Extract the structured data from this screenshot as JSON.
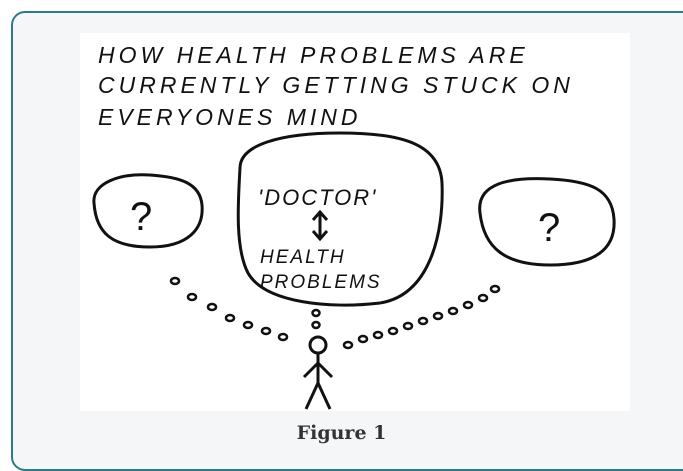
{
  "figure": {
    "caption": "Figure 1",
    "title_lines": [
      "HOW HEALTH PROBLEMS ARE",
      "CURRENTLY GETTING STUCK ON",
      "EVERYONES MIND"
    ],
    "left_bubble": "?",
    "right_bubble": "?",
    "center_bubble": {
      "top": "'DOCTOR'",
      "line1": "HEALTH",
      "line2": "PROBLEMS"
    }
  },
  "colors": {
    "card_border": "#2d7b88",
    "card_bg": "#f4f6f7",
    "ink": "#111111"
  }
}
